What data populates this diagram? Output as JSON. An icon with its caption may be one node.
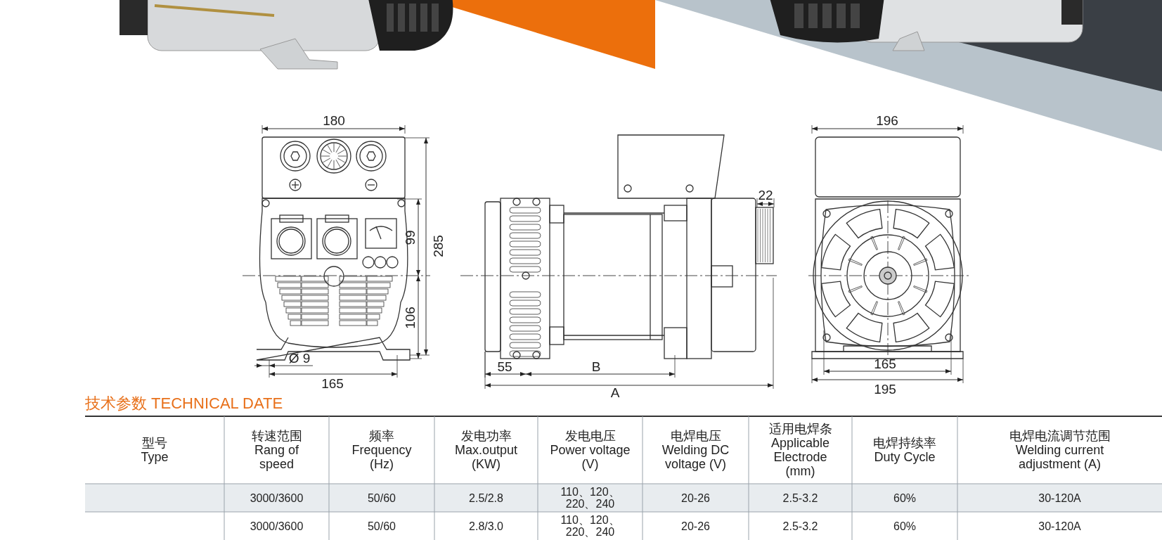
{
  "diagram": {
    "title": "技术参数 TECHNICAL DATE",
    "labels": [
      "180",
      "196",
      "22",
      "99",
      "285",
      "106",
      "Ø 9",
      "55",
      "B",
      "165",
      "165",
      "A",
      "195",
      "型号 Type",
      "转速范围 Rang of speed",
      "频率 Frequency (Hz)",
      "发电功率 Max.output (KW)",
      "发电电压 Power voltage (V)",
      "电焊电压 Welding DC voltage (V)",
      "适用电焊条 Applicable Electrode (mm)",
      "电焊持续率 Duty Cycle",
      "电焊电流调节范围 Welding current adjustment (A)",
      "3000/3600",
      "50/60",
      "2.5/2.8",
      "110、120、220、240",
      "20-26",
      "2.5-3.2",
      "60%",
      "30-120A",
      "3000/3600",
      "50/60",
      "2.8/3.0",
      "110、120、220、240",
      "20-26",
      "2.5-3.2",
      "60%",
      "30-120A"
    ]
  }
}
